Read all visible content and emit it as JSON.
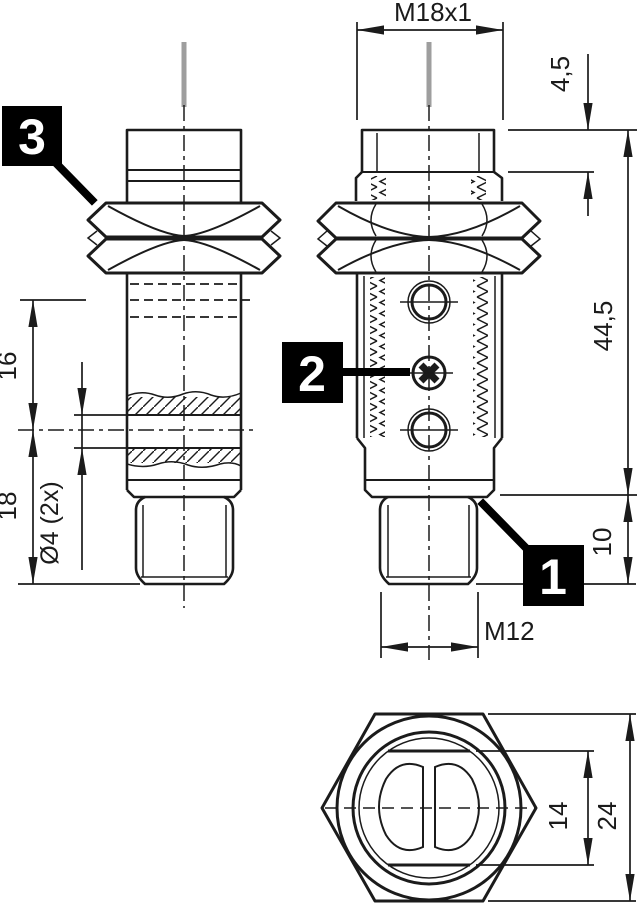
{
  "drawing": {
    "kind": "sensor-dimensional-drawing",
    "dims": {
      "m18": "M18x1",
      "d45": "4,5",
      "d445": "44,5",
      "d10": "10",
      "d16": "16",
      "d18": "18",
      "d4x2": "Ø4 (2x)",
      "m12": "M12",
      "d14": "14",
      "d24": "24"
    },
    "callouts": {
      "one": "1",
      "two": "2",
      "three": "3"
    },
    "colors": {
      "line": "#1b1b1b",
      "cable": "#9e9e9e",
      "callout_bg": "#000000",
      "callout_text": "#ffffff",
      "background": "#ffffff"
    }
  }
}
